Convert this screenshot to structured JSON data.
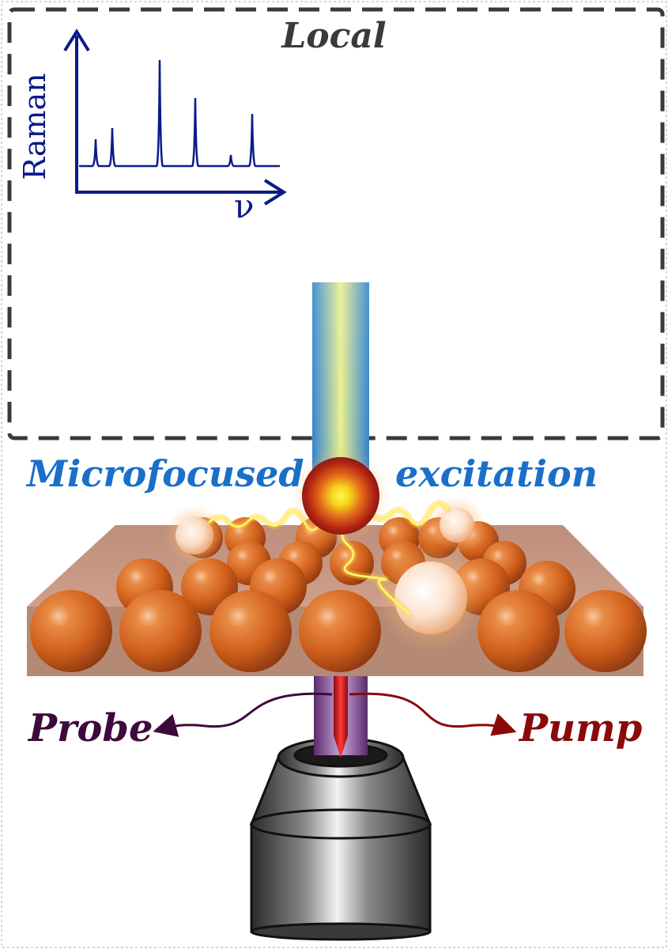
{
  "diagram": {
    "region_label": "Local",
    "excitation_label_left": "Microfocused",
    "excitation_label_right": "excitation",
    "probe_label": "Probe",
    "pump_label": "Pump",
    "inset_plot": {
      "y_axis_label": "Raman",
      "x_axis_label": "ν"
    }
  },
  "colors": {
    "region_border": "#3a3a3a",
    "excitation_text": "#1a6fc9",
    "probe": "#3d0a3d",
    "pump": "#8a0a0a",
    "spectrum": "#0a1a8a",
    "particles": "#d9661a",
    "substrate": "#b07a62"
  },
  "icons": [
    "objective-lens-icon",
    "laser-beam-icon",
    "hot-spot-icon",
    "heat-wave-icon"
  ]
}
